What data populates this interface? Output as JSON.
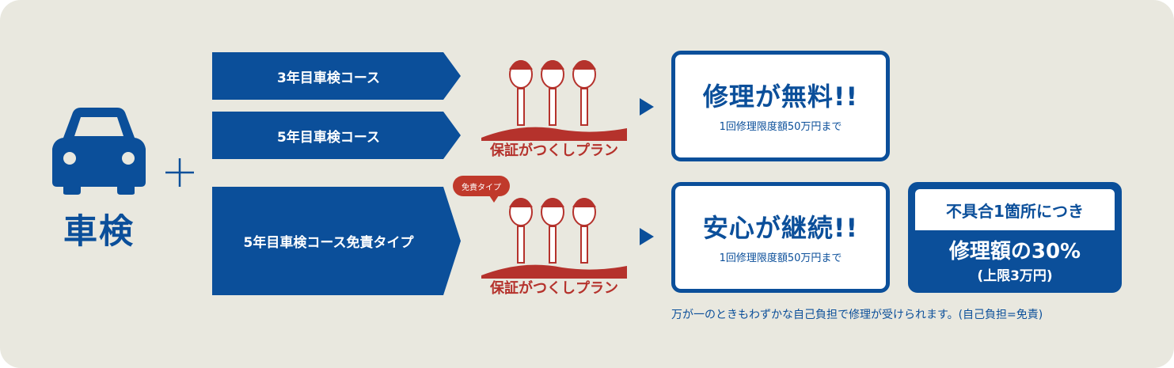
{
  "shaken": {
    "label": "車検",
    "car_icon": "car-icon",
    "plus_icon": "plus-icon"
  },
  "courses": [
    {
      "label": "3年目車検コース"
    },
    {
      "label": "5年目車検コース"
    },
    {
      "label": "5年目車検コース免責タイプ"
    }
  ],
  "plan": {
    "logo_text": "保証がつくしプラン",
    "bubble": "免責タイプ"
  },
  "results": [
    {
      "title": "修理が無料!!",
      "sub": "1回修理限度額50万円まで"
    },
    {
      "title": "安心が継続!!",
      "sub": "1回修理限度額50万円まで"
    }
  ],
  "fault": {
    "head": "不具合1箇所につき",
    "amount": "修理額の30%",
    "limit": "(上限3万円)"
  },
  "note": "万が一のときもわずかな自己負担で修理が受けられます。(自己負担=免責)",
  "colors": {
    "brand_blue": "#0b4f9a",
    "panel_bg": "#e9e8df",
    "accent_red": "#c0392b"
  }
}
